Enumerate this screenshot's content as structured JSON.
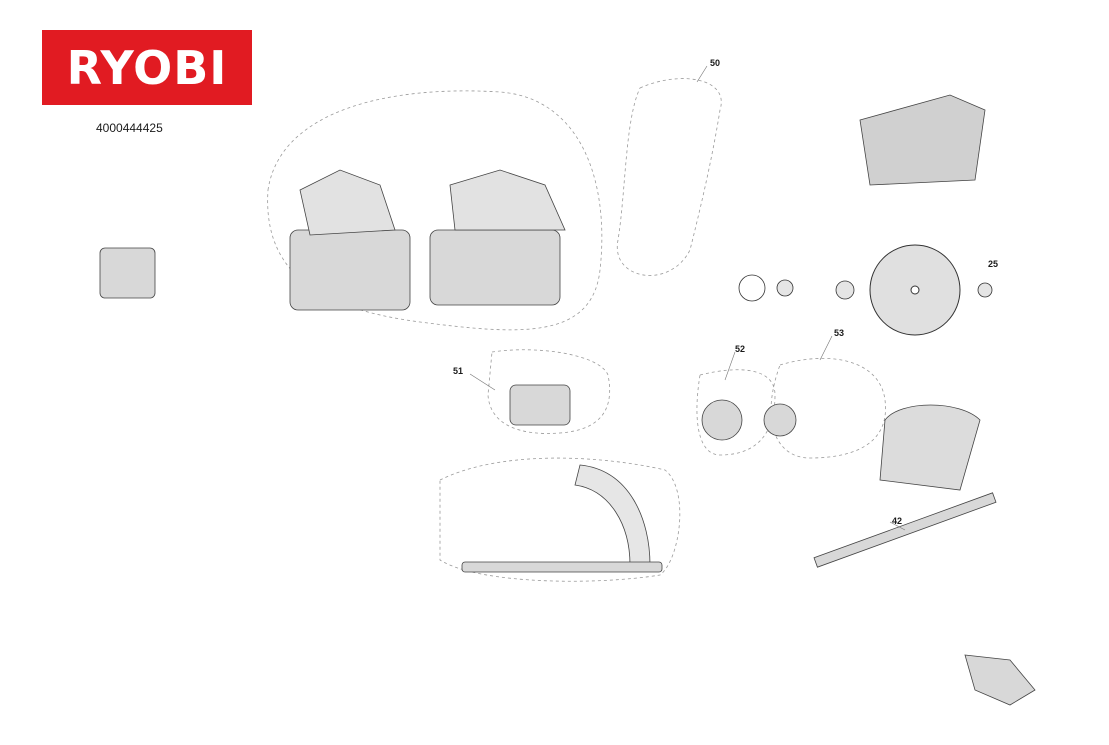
{
  "brand": {
    "name": "RYOBI",
    "color": "#e11b22"
  },
  "document": {
    "part_number": "4000444425"
  },
  "callouts": [
    "50",
    "25",
    "51",
    "52",
    "53",
    "42"
  ]
}
